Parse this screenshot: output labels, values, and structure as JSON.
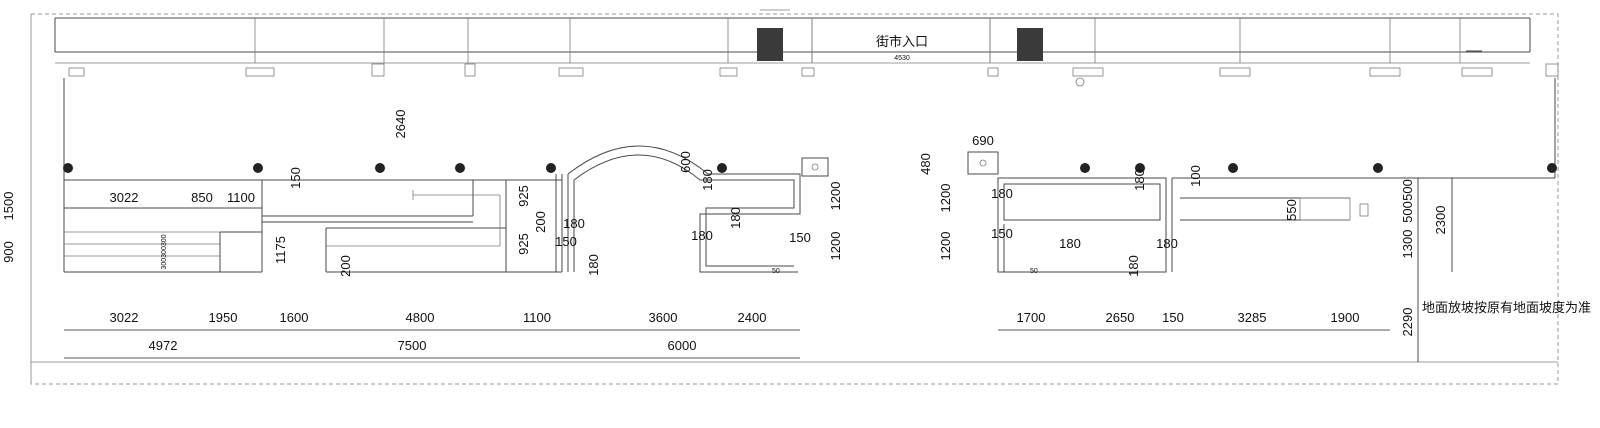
{
  "entrance": {
    "label": "街市入口",
    "width": "4530"
  },
  "note": "地面放坡按原有地面坡度为准",
  "row1": [
    "3022",
    "1950",
    "1600",
    "4800",
    "1100",
    "3600",
    "2400",
    "1700",
    "2650",
    "150",
    "3285",
    "1900"
  ],
  "row2": [
    "4972",
    "7500",
    "6000"
  ],
  "left": {
    "w3022": "3022",
    "w850": "850",
    "w1100": "1100",
    "h1500": "1500",
    "h900": "900",
    "h1175": "1175",
    "h2640": "2640",
    "h150": "150",
    "h200": "200",
    "stack": "300300300"
  },
  "mid": {
    "h925a": "925",
    "h200": "200",
    "h925b": "925",
    "d180a": "180",
    "d150": "150",
    "d180b": "180",
    "d600": "600",
    "d180c": "180",
    "d180d": "180",
    "d180e": "180",
    "d150b": "150",
    "d1200a": "1200",
    "d1200b": "1200",
    "tag": "50"
  },
  "right": {
    "d690": "690",
    "d480": "480",
    "h1200a": "1200",
    "h1200b": "1200",
    "d180a": "180",
    "d150": "150",
    "d180b": "180",
    "d180c": "180",
    "d180d": "180",
    "d180e": "180",
    "d100": "100",
    "d550": "550",
    "d500a": "500",
    "d500b": "500",
    "d1300": "1300",
    "d2300": "2300",
    "d2290": "2290",
    "tag": "50"
  }
}
